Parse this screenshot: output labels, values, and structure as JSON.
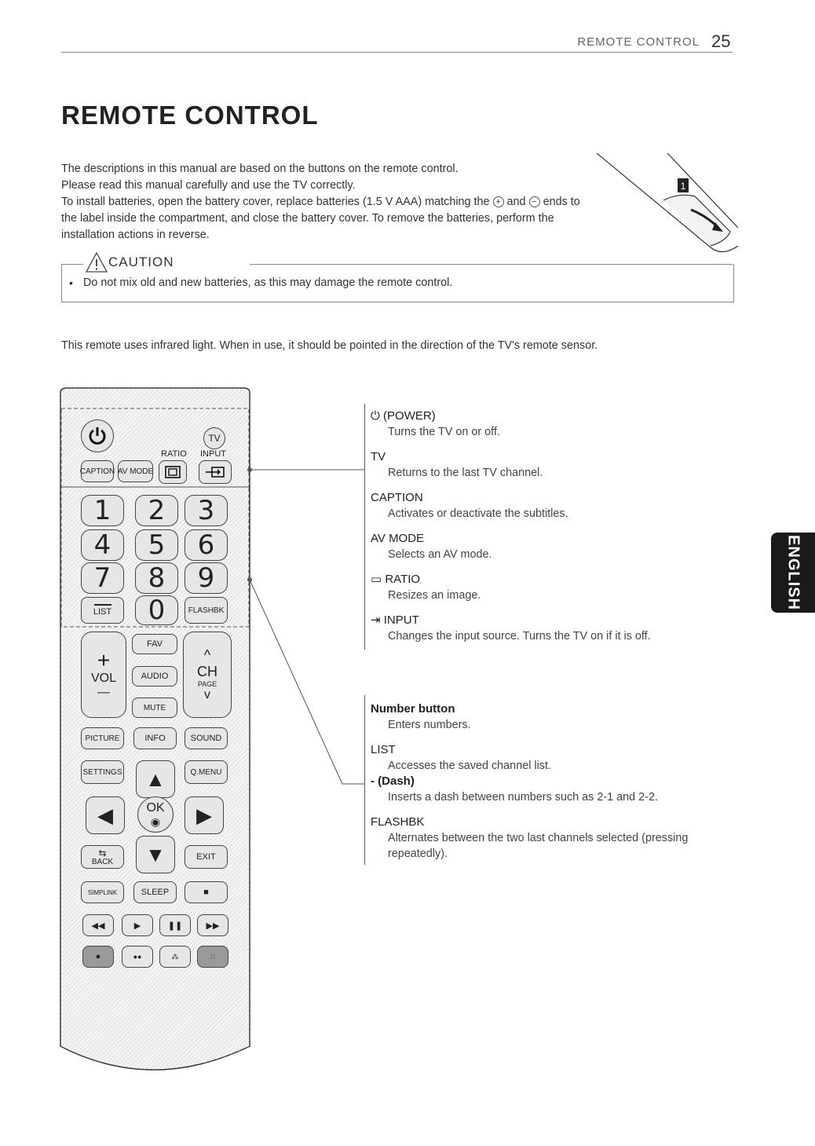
{
  "header": {
    "section": "REMOTE CONTROL",
    "page": "25"
  },
  "title": "REMOTE CONTROL",
  "intro": [
    "The descriptions in this manual are based on the buttons on the remote control.",
    "Please read this manual carefully and use the TV correctly."
  ],
  "battery": {
    "part1": "To install batteries, open the battery cover, replace batteries (1.5 V AAA) matching the",
    "plus": "+",
    "part2": "and",
    "minus": "−",
    "part3": "ends to the label inside the compartment, and close the battery cover. To remove the batteries, perform the installation actions in reverse.",
    "figure_label": "1"
  },
  "caution": {
    "label": "CAUTION",
    "bullet": "•",
    "item": "Do not mix old and new batteries, as this may damage the remote control."
  },
  "infrared_note": "This remote uses infrared light. When in use, it should be pointed in the direction of the TV's remote sensor.",
  "remote": {
    "tv": "TV",
    "ratio_label": "RATIO",
    "input_label": "INPUT",
    "caption": "CAPTION",
    "avmode": "AV MODE",
    "numbers": [
      "1",
      "2",
      "3",
      "4",
      "5",
      "6",
      "7",
      "8",
      "9"
    ],
    "list": "LIST",
    "zero": "0",
    "flashbk": "FLASHBK",
    "vol_plus": "+",
    "vol": "VOL",
    "vol_minus": "—",
    "fav": "FAV",
    "audio": "AUDIO",
    "mute": "MUTE",
    "ch_up": "^",
    "ch": "CH",
    "page": "PAGE",
    "ch_down": "v",
    "picture": "PICTURE",
    "info": "INFO",
    "sound": "SOUND",
    "settings": "SETTINGS",
    "qmenu": "Q.MENU",
    "ok": "OK",
    "back": "BACK",
    "exit": "EXIT",
    "simplink": "SIMPLINK",
    "sleep": "SLEEP",
    "stop": "■",
    "rew": "◀◀",
    "play": "▶",
    "pause": "❚❚",
    "ff": "▶▶",
    "up": "▲",
    "down": "▼",
    "left": "◀",
    "right": "▶"
  },
  "descriptions_top": [
    {
      "title": "(POWER)",
      "body": "Turns the TV on or off."
    },
    {
      "title": "TV",
      "body": "Returns to the last TV channel."
    },
    {
      "title": "CAPTION",
      "body": "Activates or deactivate the subtitles."
    },
    {
      "title": "AV MODE",
      "body": "Selects an AV mode."
    },
    {
      "title": "RATIO",
      "body": "Resizes an image."
    },
    {
      "title": "INPUT",
      "body": "Changes the input source. Turns the TV on if it is off."
    }
  ],
  "descriptions_bottom": [
    {
      "title": "Number button",
      "body": "Enters numbers."
    },
    {
      "title": "LIST",
      "body": "Accesses the saved channel list."
    },
    {
      "title": "- (Dash)",
      "body": "Inserts a dash between numbers such as 2-1 and 2-2."
    },
    {
      "title": "FLASHBK",
      "body": "Alternates between the two last channels selected (pressing repeatedly)."
    }
  ],
  "side_tab": "ENGLISH"
}
